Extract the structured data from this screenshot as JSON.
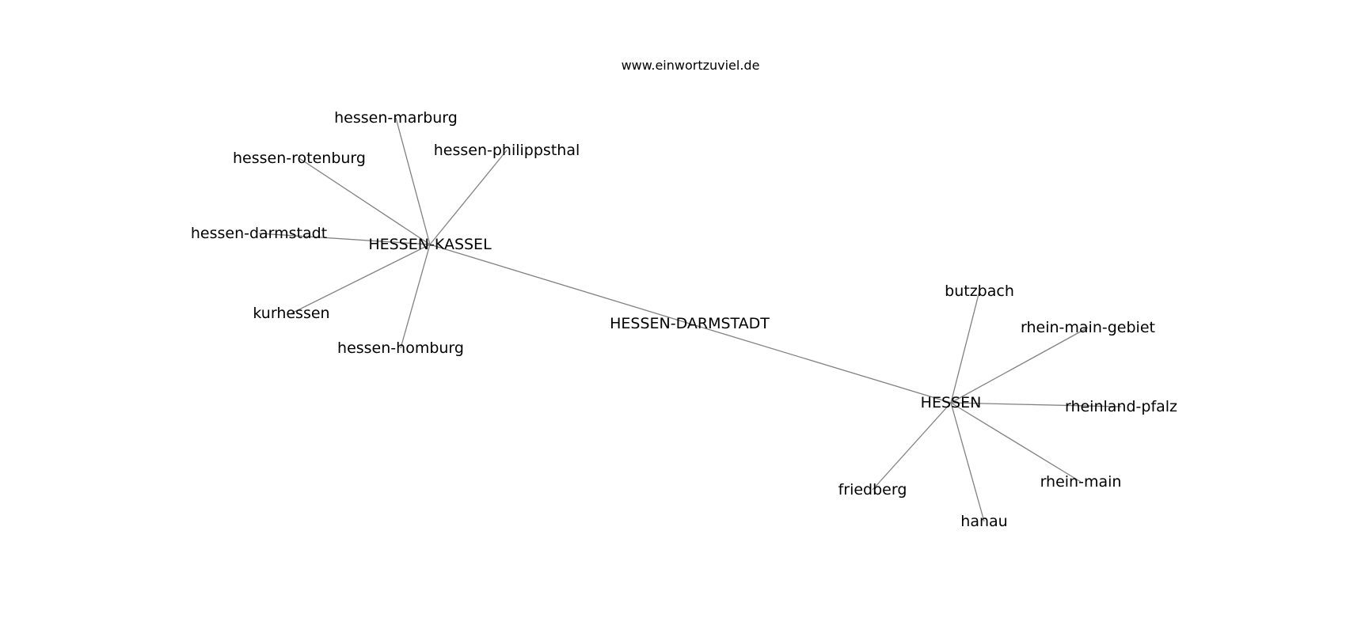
{
  "header": {
    "site": "www.einwortzuviel.de"
  },
  "graph": {
    "edge_color": "#808080",
    "text_color": "#000000",
    "nodes": [
      {
        "id": "HESSEN-DARMSTADT",
        "label": "HESSEN-DARMSTADT"
      },
      {
        "id": "HESSEN-KASSEL",
        "label": "HESSEN-KASSEL"
      },
      {
        "id": "HESSEN",
        "label": "HESSEN"
      },
      {
        "id": "hessen-marburg",
        "label": "hessen-marburg"
      },
      {
        "id": "hessen-rotenburg",
        "label": "hessen-rotenburg"
      },
      {
        "id": "hessen-philippsthal",
        "label": "hessen-philippsthal"
      },
      {
        "id": "hessen-darmstadt",
        "label": "hessen-darmstadt"
      },
      {
        "id": "kurhessen",
        "label": "kurhessen"
      },
      {
        "id": "hessen-homburg",
        "label": "hessen-homburg"
      },
      {
        "id": "butzbach",
        "label": "butzbach"
      },
      {
        "id": "rhein-main-gebiet",
        "label": "rhein-main-gebiet"
      },
      {
        "id": "rheinland-pfalz",
        "label": "rheinland-pfalz"
      },
      {
        "id": "rhein-main",
        "label": "rhein-main"
      },
      {
        "id": "friedberg",
        "label": "friedberg"
      },
      {
        "id": "hanau",
        "label": "hanau"
      }
    ],
    "edges": [
      [
        "HESSEN-KASSEL",
        "HESSEN-DARMSTADT"
      ],
      [
        "HESSEN-DARMSTADT",
        "HESSEN"
      ],
      [
        "HESSEN-KASSEL",
        "hessen-marburg"
      ],
      [
        "HESSEN-KASSEL",
        "hessen-rotenburg"
      ],
      [
        "HESSEN-KASSEL",
        "hessen-philippsthal"
      ],
      [
        "HESSEN-KASSEL",
        "hessen-darmstadt"
      ],
      [
        "HESSEN-KASSEL",
        "kurhessen"
      ],
      [
        "HESSEN-KASSEL",
        "hessen-homburg"
      ],
      [
        "HESSEN",
        "butzbach"
      ],
      [
        "HESSEN",
        "rhein-main-gebiet"
      ],
      [
        "HESSEN",
        "rheinland-pfalz"
      ],
      [
        "HESSEN",
        "rhein-main"
      ],
      [
        "HESSEN",
        "friedberg"
      ],
      [
        "HESSEN",
        "hanau"
      ]
    ]
  }
}
